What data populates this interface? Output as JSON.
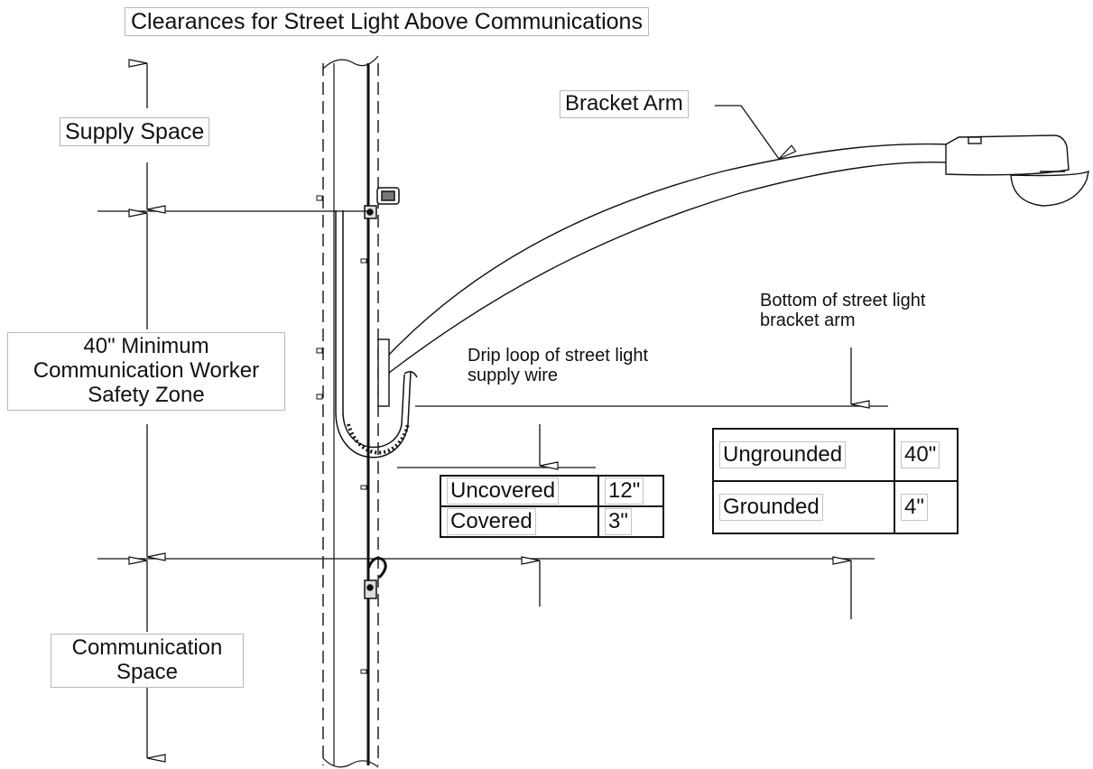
{
  "title": "Clearances for Street Light Above Communications",
  "labels": {
    "supply_space": "Supply Space",
    "safety_zone": "40\" Minimum Communication Worker Safety Zone",
    "communication_space": "Communication Space",
    "bracket_arm": "Bracket Arm",
    "drip_loop": "Drip loop of street light supply wire",
    "bottom_bracket": "Bottom of street light bracket arm"
  },
  "drip_loop_clearances": [
    {
      "condition": "Uncovered",
      "value": "12\""
    },
    {
      "condition": "Covered",
      "value": "3\""
    }
  ],
  "bracket_arm_clearances": [
    {
      "condition": "Ungrounded",
      "value": "40\""
    },
    {
      "condition": "Grounded",
      "value": "4\""
    }
  ],
  "colors": {
    "line": "#111111",
    "box_border": "#b8b8b8"
  }
}
